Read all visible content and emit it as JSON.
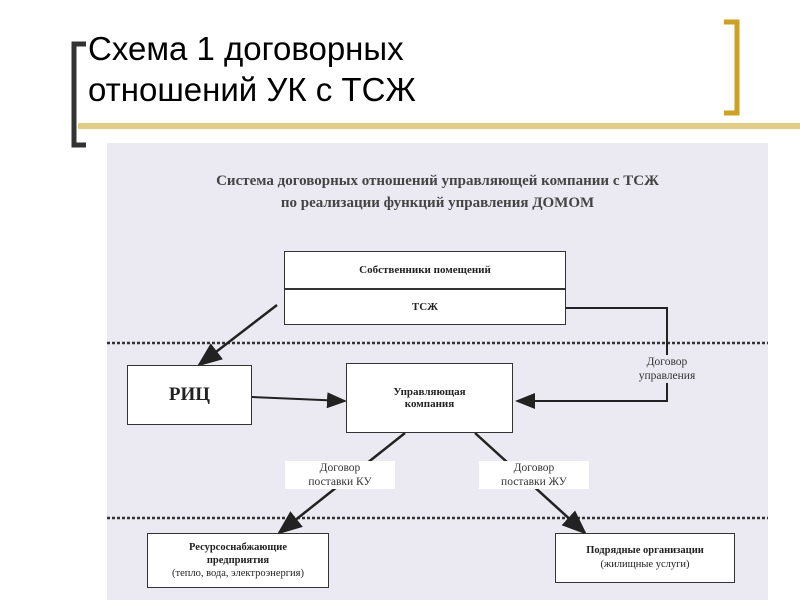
{
  "slide": {
    "title": "Схема 1 договорных\nотношений УК с ТСЖ",
    "accent_color": "#c9a227",
    "bracket_color": "#333333"
  },
  "diagram": {
    "title_line1": "Система договорных отношений управляющей компании с ТСЖ",
    "title_line2": "по реализации функций управления ДОМОМ",
    "nodes": {
      "owners": "Собственники помещений",
      "tszh": "ТСЖ",
      "ric": "РИЦ",
      "uk_line1": "Управляющая",
      "uk_line2": "компания",
      "resource_line1": "Ресурсоснабжающие",
      "resource_line2": "предприятия",
      "resource_line3": "(тепло, вода, электроэнергия)",
      "contractors_line1": "Подрядные организации",
      "contractors_line2": "(жилищные услуги)"
    },
    "edge_labels": {
      "management_line1": "Договор",
      "management_line2": "управления",
      "ku_line1": "Договор",
      "ku_line2": "поставки КУ",
      "zhu_line1": "Договор",
      "zhu_line2": "поставки ЖУ"
    }
  }
}
